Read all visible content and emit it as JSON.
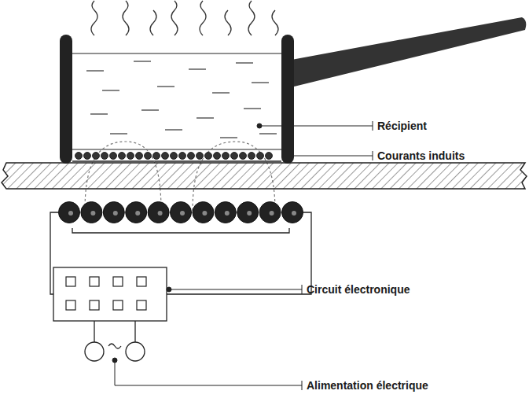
{
  "diagram": {
    "labels": [
      "Récipient",
      "Courants induits",
      "Circuit électronique",
      "Alimentation électrique"
    ]
  }
}
